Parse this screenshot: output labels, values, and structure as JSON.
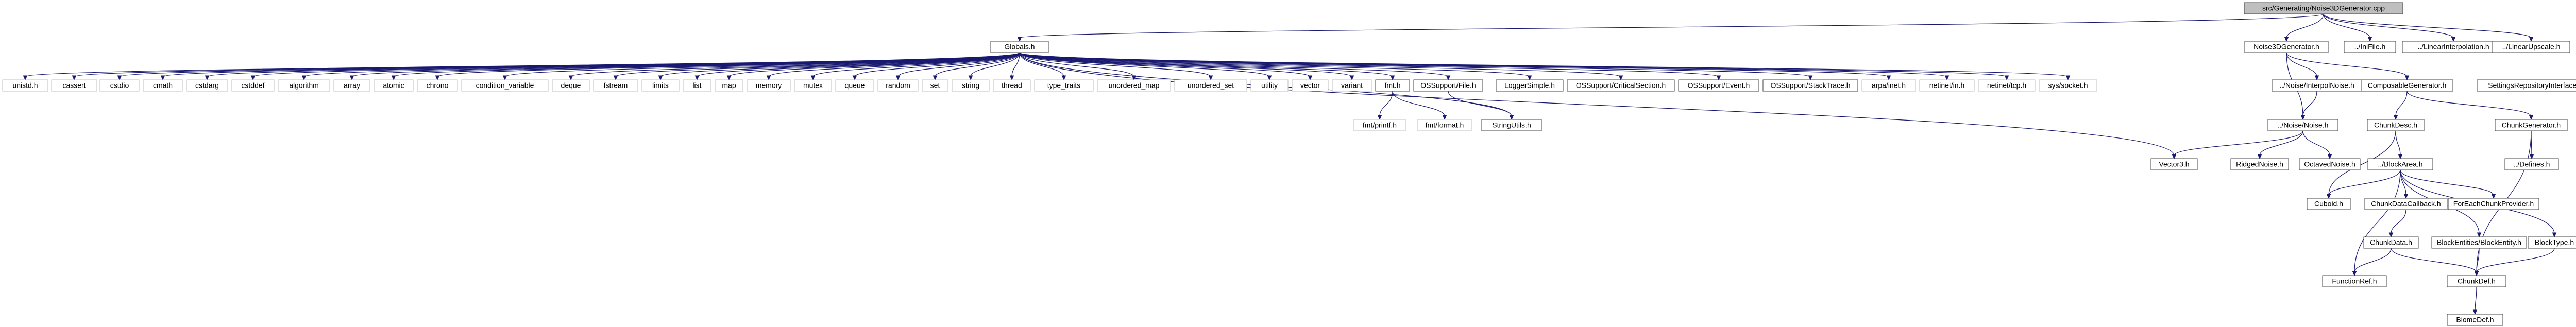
{
  "graph": {
    "root_label": "src/Generating/Noise3DGenerator.cpp",
    "colors": {
      "edge": "#191970",
      "root_fill": "#bfbfbf",
      "border": "#404040",
      "external_border": "#bfbfbf"
    },
    "nodes": {
      "root": "src/Generating/Noise3DGenerator.cpp",
      "globals": "Globals.h",
      "noise3dgen": "Noise3DGenerator.h",
      "intfile": "../IniFile.h",
      "linearinterp": "../LinearInterpolation.h",
      "linearupscale": "../LinearUpscale.h",
      "unistd": "unistd.h",
      "cassert": "cassert",
      "cstdio": "cstdio",
      "cmath": "cmath",
      "cstdarg": "cstdarg",
      "cstddef": "cstddef",
      "algorithm": "algorithm",
      "array": "array",
      "atomic": "atomic",
      "chrono": "chrono",
      "condvar": "condition_variable",
      "deque": "deque",
      "fstream": "fstream",
      "limits": "limits",
      "list": "list",
      "map": "map",
      "memory": "memory",
      "mutex": "mutex",
      "queue": "queue",
      "random": "random",
      "set": "set",
      "string": "string",
      "thread": "thread",
      "typetraits": "type_traits",
      "unorderedmap": "unordered_map",
      "unorderedset": "unordered_set",
      "utility": "utility",
      "vector": "vector",
      "variant": "variant",
      "fmt": "fmt.h",
      "ossfile": "OSSupport/File.h",
      "loggersimple": "LoggerSimple.h",
      "oscritsec": "OSSupport/CriticalSection.h",
      "osevent": "OSSupport/Event.h",
      "osstack": "OSSupport/StackTrace.h",
      "arpainet": "arpa/inet.h",
      "netinetin": "netinet/in.h",
      "netinettcp": "netinet/tcp.h",
      "syssocket": "sys/socket.h",
      "fmtprintf": "fmt/printf.h",
      "fmtformat": "fmt/format.h",
      "stringutils": "StringUtils.h",
      "interpnoise": "../Noise/InterpolNoise.h",
      "compgen": "ComposableGenerator.h",
      "settingsrepo": "SettingsRepositoryInterface.h",
      "noise": "../Noise/Noise.h",
      "chunkdesc": "ChunkDesc.h",
      "chunkgen": "ChunkGenerator.h",
      "vector3": "Vector3.h",
      "ridgednoise": "RidgedNoise.h",
      "octavednoise": "OctavedNoise.h",
      "blockarea": "../BlockArea.h",
      "defines": "../Defines.h",
      "cuboid": "Cuboid.h",
      "chunkdatacb": "ChunkDataCallback.h",
      "foreachchunk": "ForEachChunkProvider.h",
      "chunkdata": "ChunkData.h",
      "blockentities": "BlockEntities/BlockEntity.h",
      "blocktype": "BlockType.h",
      "functionref": "FunctionRef.h",
      "chunkdef": "ChunkDef.h",
      "biomedef": "BiomeDef.h"
    }
  }
}
